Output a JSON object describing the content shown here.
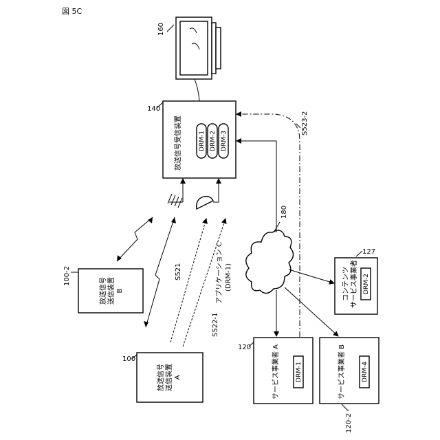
{
  "figure_label": "図 5C",
  "nodes": {
    "tv": {
      "ref": "160"
    },
    "receiver": {
      "ref": "140",
      "name": "放送信号受信装置",
      "drm": [
        "DRM-1",
        "DRM-2",
        "DRM-3"
      ]
    },
    "transmitter_b": {
      "ref": "100-2",
      "line1": "放送信号",
      "line2": "送信装置",
      "line3": "B"
    },
    "transmitter_a": {
      "ref": "100",
      "line1": "放送信号",
      "line2": "送信装置",
      "line3": "A"
    },
    "network": {
      "ref": "180"
    },
    "content_provider": {
      "ref": "127",
      "line1": "コンテンツ",
      "line2": "サービス事業者",
      "drm": "DRM-2"
    },
    "provider_a": {
      "ref": "120",
      "name": "サービス事業者 A",
      "drm": "DRM-1"
    },
    "provider_b": {
      "ref": "120-2",
      "name": "サービス事業者 B",
      "drm": "DRM-4"
    }
  },
  "signals": {
    "s521": "S521",
    "s522": "S522-1",
    "app_line1": "アプリケーション C",
    "app_line2": "(DRM-1)",
    "s523": "S523-2"
  }
}
